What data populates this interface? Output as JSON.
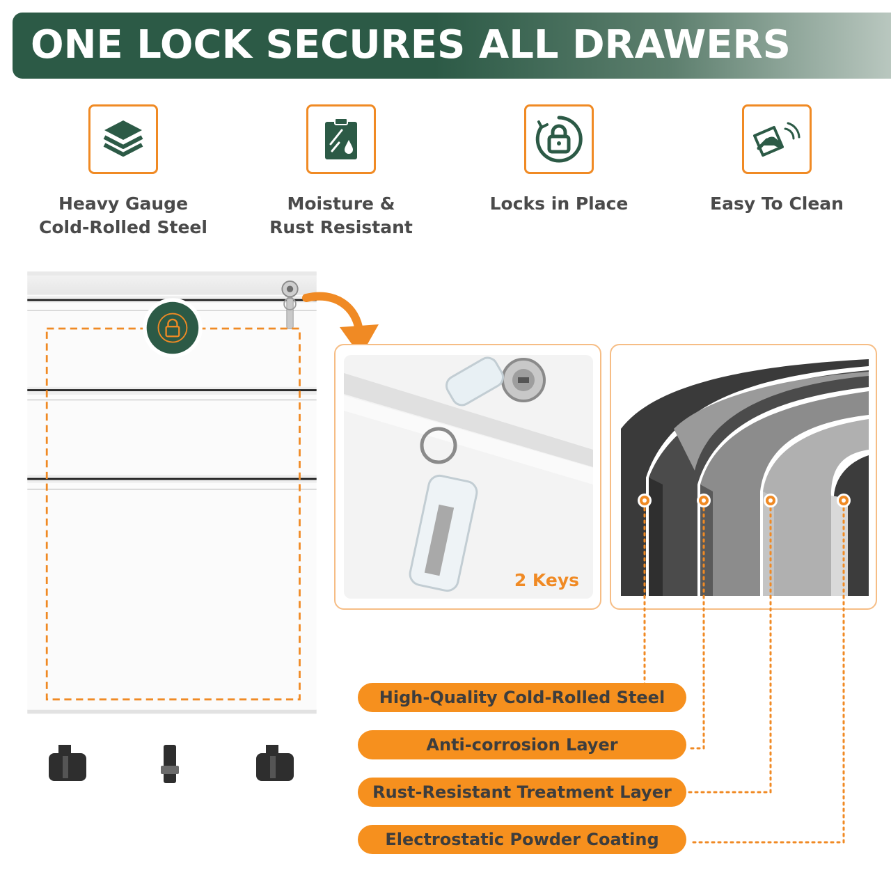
{
  "banner": {
    "title": "ONE LOCK SECURES ALL DRAWERS"
  },
  "features": [
    {
      "icon": "layers-icon",
      "label": "Heavy Gauge\nCold-Rolled Steel"
    },
    {
      "icon": "moisture-clipboard-icon",
      "label": "Moisture &\nRust Resistant"
    },
    {
      "icon": "lock-icon",
      "label": "Locks in Place"
    },
    {
      "icon": "hand-cleaning-icon",
      "label": "Easy To Clean"
    }
  ],
  "keys_photo": {
    "label": "2 Keys"
  },
  "layers": [
    "High-Quality Cold-Rolled Steel",
    "Anti-corrosion Layer",
    "Rust-Resistant Treatment Layer",
    "Electrostatic Powder Coating"
  ],
  "colors": {
    "brand_green": "#2c5a46",
    "accent_orange": "#f08a24",
    "text_gray": "#4a4a4a"
  }
}
